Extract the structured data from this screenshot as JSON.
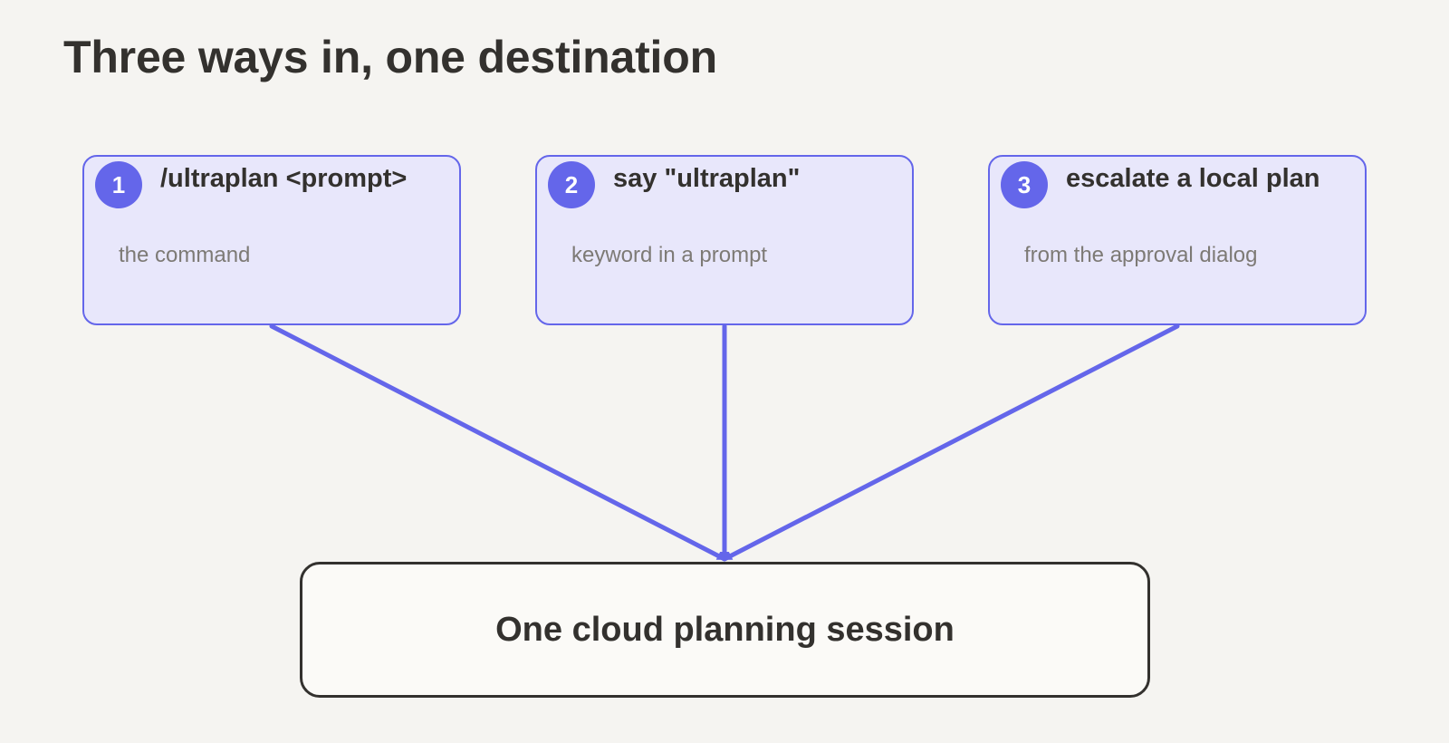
{
  "title": "Three ways in, one destination",
  "sources": [
    {
      "number": "1",
      "label": "/ultraplan <prompt>",
      "description": "the command"
    },
    {
      "number": "2",
      "label": "say \"ultraplan\"",
      "description": "keyword in a prompt"
    },
    {
      "number": "3",
      "label": "escalate a local plan",
      "description": "from the approval dialog"
    }
  ],
  "destination": {
    "label": "One cloud planning session"
  },
  "colors": {
    "accent": "#6466ea",
    "source_fill": "#e8e7fb",
    "text_dark": "#33312e",
    "text_muted": "#7d7a75",
    "background": "#f5f4f1"
  }
}
